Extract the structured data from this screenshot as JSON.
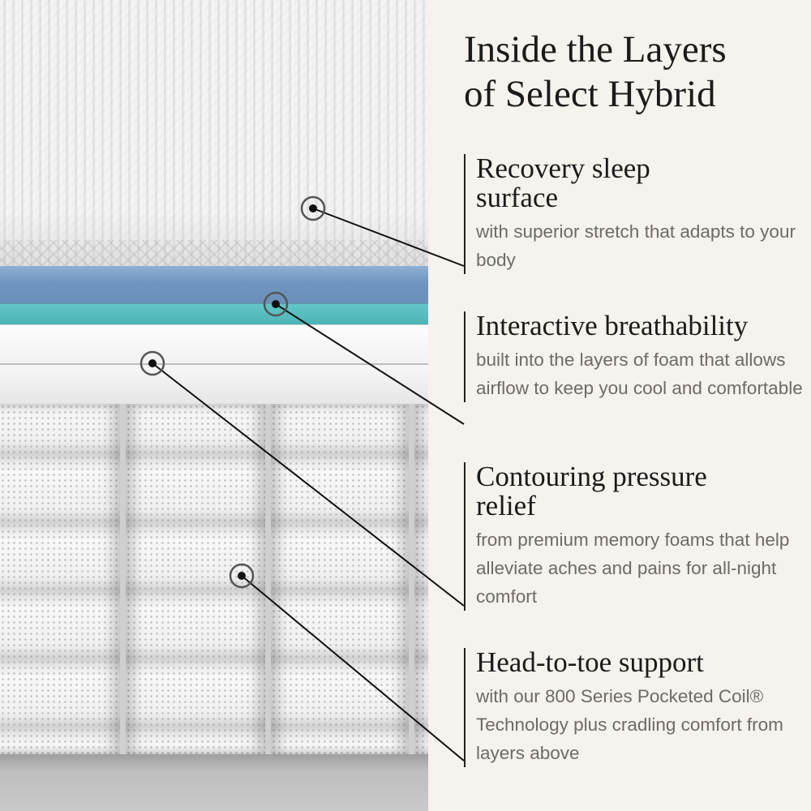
{
  "title": {
    "line1": "Inside the Layers",
    "line2": "of Select Hybrid"
  },
  "features": [
    {
      "heading_lines": [
        "Recovery sleep",
        "surface"
      ],
      "description": "with superior stretch that adapts to your body"
    },
    {
      "heading_lines": [
        "Interactive breathability"
      ],
      "description": "built into the layers of foam that allows airflow to keep you cool and comfortable"
    },
    {
      "heading_lines": [
        "Contouring pressure",
        "relief"
      ],
      "description": "from premium memory foams that help alleviate aches and pains for all-night comfort"
    },
    {
      "heading_lines": [
        "Head-to-toe support"
      ],
      "description": "with our 800 Series Pocketed Coil® Technology plus cradling comfort from layers above"
    }
  ],
  "colors": {
    "background": "#f6f2ed",
    "heading": "#1b1b1b",
    "body_text": "#6e6a66",
    "leader": "#111111",
    "layer_blue": "#7096c0",
    "layer_teal": "#4cb3b5"
  }
}
